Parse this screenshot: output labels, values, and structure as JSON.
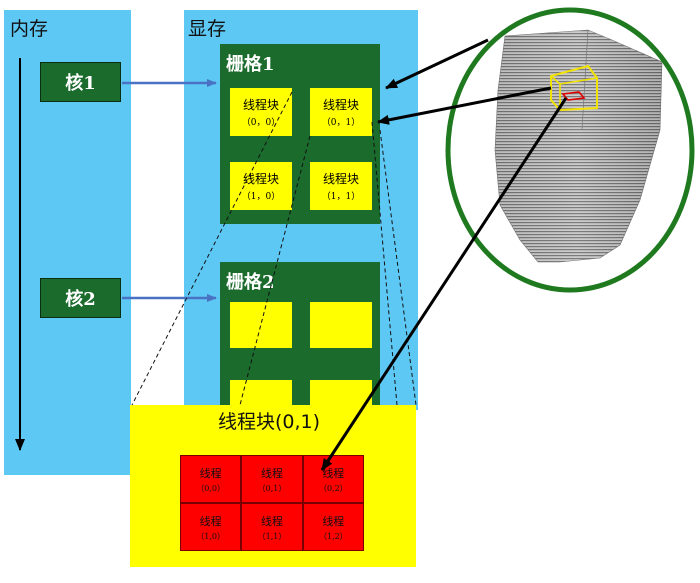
{
  "memory": {
    "label": "内存"
  },
  "device_memory": {
    "label": "显存"
  },
  "kernels": [
    {
      "label": "核1"
    },
    {
      "label": "核2"
    }
  ],
  "grid1": {
    "title": "栅格1",
    "blocks": [
      {
        "label": "线程块",
        "index": "（0，0）"
      },
      {
        "label": "线程块",
        "index": "（0，1）"
      },
      {
        "label": "线程块",
        "index": "（1，0）"
      },
      {
        "label": "线程块",
        "index": "（1，1）"
      }
    ]
  },
  "grid2": {
    "title": "栅格2"
  },
  "thread_block": {
    "title": "线程块(0,1)",
    "threads": [
      {
        "label": "线程",
        "index": "（0,0）"
      },
      {
        "label": "线程",
        "index": "（0,1）"
      },
      {
        "label": "线程",
        "index": "（0,2）"
      },
      {
        "label": "线程",
        "index": "（1,0）"
      },
      {
        "label": "线程",
        "index": "（1,1）"
      },
      {
        "label": "线程",
        "index": "（1,2）"
      }
    ]
  },
  "colors": {
    "panel": "#5ec8f5",
    "grid": "#1b6b2d",
    "block": "#ffff00",
    "thread": "#ff0000",
    "circle": "#1f7a1f"
  }
}
